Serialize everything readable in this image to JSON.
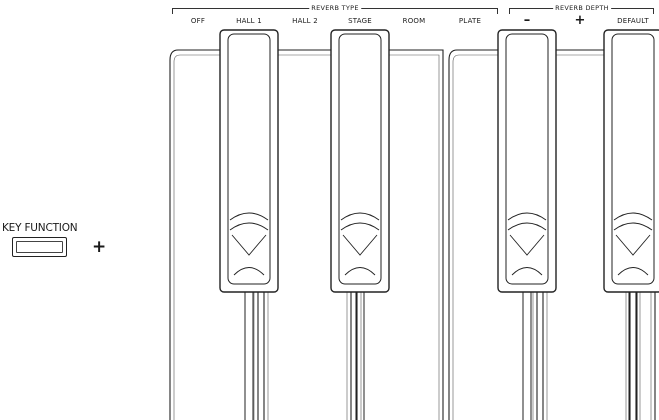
{
  "groups": {
    "reverb_type": "REVERB TYPE",
    "reverb_depth": "REVERB DEPTH"
  },
  "key_labels": [
    "OFF",
    "HALL 1",
    "HALL 2",
    "STAGE",
    "ROOM",
    "PLATE",
    "DEFAULT"
  ],
  "depth_controls": {
    "minus": "–",
    "plus": "+"
  },
  "key_function": {
    "label": "KEY FUNCTION",
    "combine_symbol": "+"
  },
  "colors": {
    "stroke": "#222222",
    "background": "#ffffff"
  }
}
